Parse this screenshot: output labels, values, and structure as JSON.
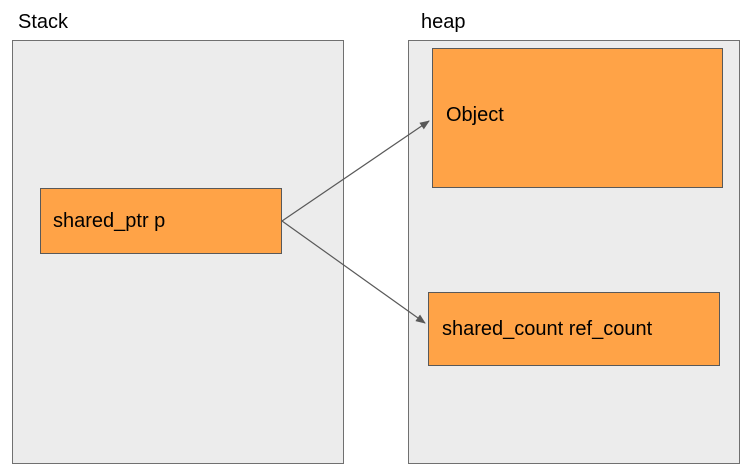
{
  "stack": {
    "label": "Stack",
    "box_label": "shared_ptr p"
  },
  "heap": {
    "label": "heap",
    "object_label": "Object",
    "count_label": "shared_count ref_count"
  },
  "colors": {
    "region_fill": "#ececec",
    "region_border": "#707070",
    "box_fill": "#ffa347",
    "box_border": "#595959",
    "arrow": "#595959"
  }
}
